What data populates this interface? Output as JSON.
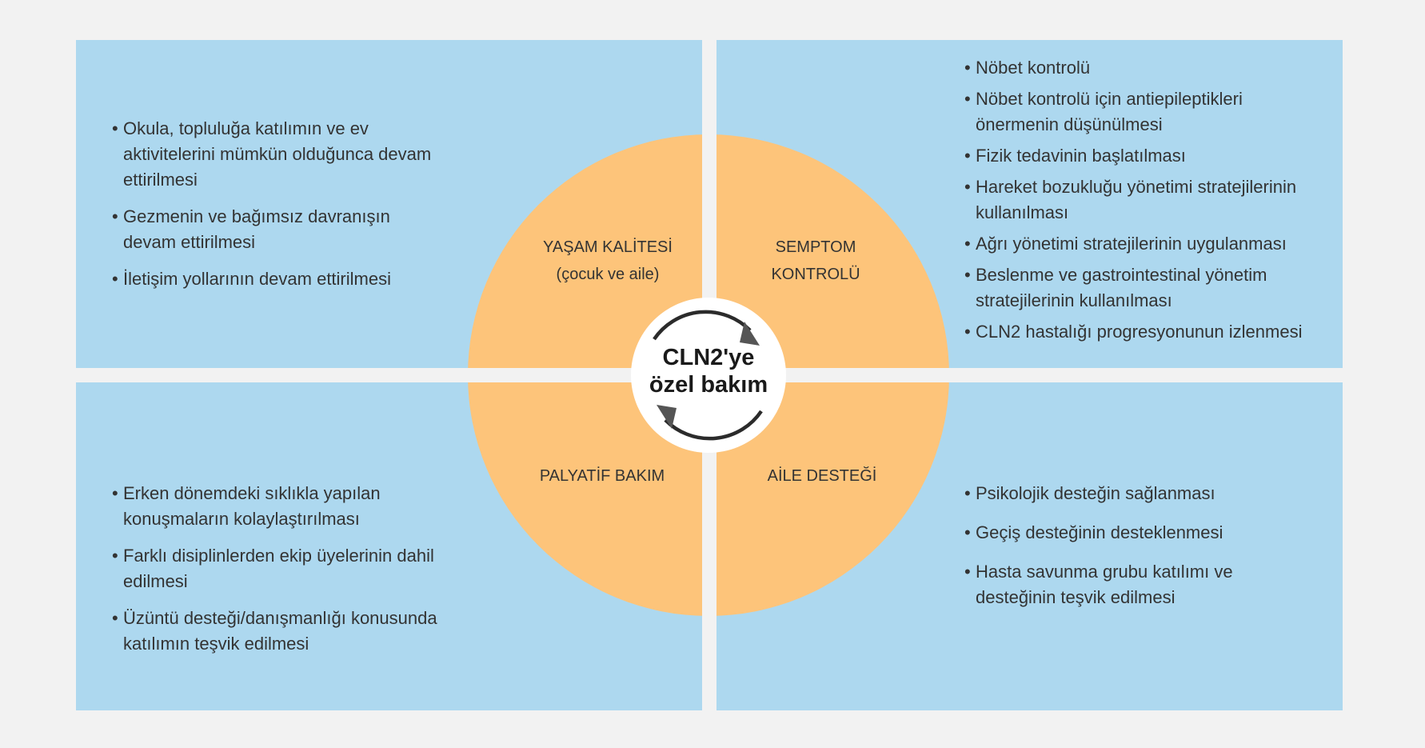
{
  "center": {
    "title_line1": "CLN2'ye",
    "title_line2": "özel bakım"
  },
  "quadrants": {
    "top_left": {
      "label_line1": "YAŞAM KALİTESİ",
      "label_line2": "(çocuk ve aile)",
      "items": [
        "Okula, topluluğa katılımın ve ev aktivitelerini mümkün olduğunca devam ettirilmesi",
        "Gezmenin ve bağımsız davranışın devam ettirilmesi",
        "İletişim yollarının devam ettirilmesi"
      ]
    },
    "top_right": {
      "label_line1": "SEMPTOM",
      "label_line2": "KONTROLÜ",
      "items": [
        "Nöbet kontrolü",
        "Nöbet kontrolü için antiepileptikleri önermenin düşünülmesi",
        "Fizik tedavinin başlatılması",
        "Hareket bozukluğu yönetimi stratejilerinin kullanılması",
        "Ağrı yönetimi stratejilerinin uygulanması",
        "Beslenme ve gastrointestinal yönetim stratejilerinin kullanılması",
        "CLN2 hastalığı progresyonunun izlenmesi"
      ]
    },
    "bottom_left": {
      "label_line1": "PALYATİF BAKIM",
      "items": [
        "Erken dönemdeki sıklıkla yapılan konuşmaların kolaylaştırılması",
        "Farklı disiplinlerden ekip üyelerinin dahil edilmesi",
        "Üzüntü desteği/danışmanlığı konusunda katılımın teşvik edilmesi"
      ]
    },
    "bottom_right": {
      "label_line1": "AİLE DESTEĞİ",
      "items": [
        "Psikolojik desteğin sağlanması",
        "Geçiş desteğinin desteklenmesi",
        "Hasta savunma grubu katılımı ve desteğinin teşvik edilmesi"
      ]
    }
  },
  "colors": {
    "background": "#f2f2f2",
    "quadrant": "#add8ef",
    "circle": "#fdc47a",
    "hub": "#ffffff",
    "arrow": "#2b2b2b"
  },
  "icons": {
    "center_cycle": "circular-arrows-icon"
  }
}
